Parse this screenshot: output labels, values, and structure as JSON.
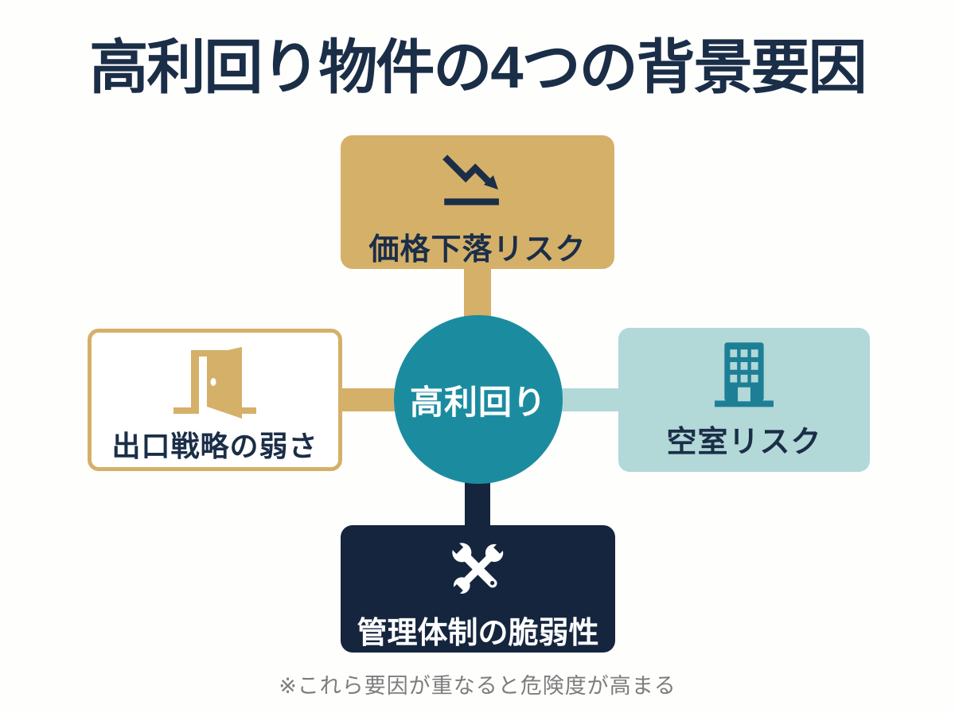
{
  "title": "高利回り物件の4つの背景要因",
  "center": {
    "label": "高利回り"
  },
  "nodes": {
    "top": {
      "label": "価格下落リスク",
      "icon": "trend-down-arrow-icon"
    },
    "left": {
      "label": "出口戦略の弱さ",
      "icon": "open-door-icon"
    },
    "right": {
      "label": "空室リスク",
      "icon": "building-icon"
    },
    "bottom": {
      "label": "管理体制の脆弱性",
      "icon": "crossed-wrenches-icon"
    }
  },
  "footnote": "※これら要因が重なると危険度が高まる",
  "colors": {
    "bg": "#fefefd",
    "title-navy": "#1b2e48",
    "gold": "#d5b069",
    "teal": "#1b8ca0",
    "teal-dark": "#1d7f96",
    "lightblue": "#b2d8d8",
    "navy-box": "#15253e",
    "text-navy": "#1b2e48",
    "footnote-gray": "#7d7d7d",
    "white": "#ffffff"
  }
}
